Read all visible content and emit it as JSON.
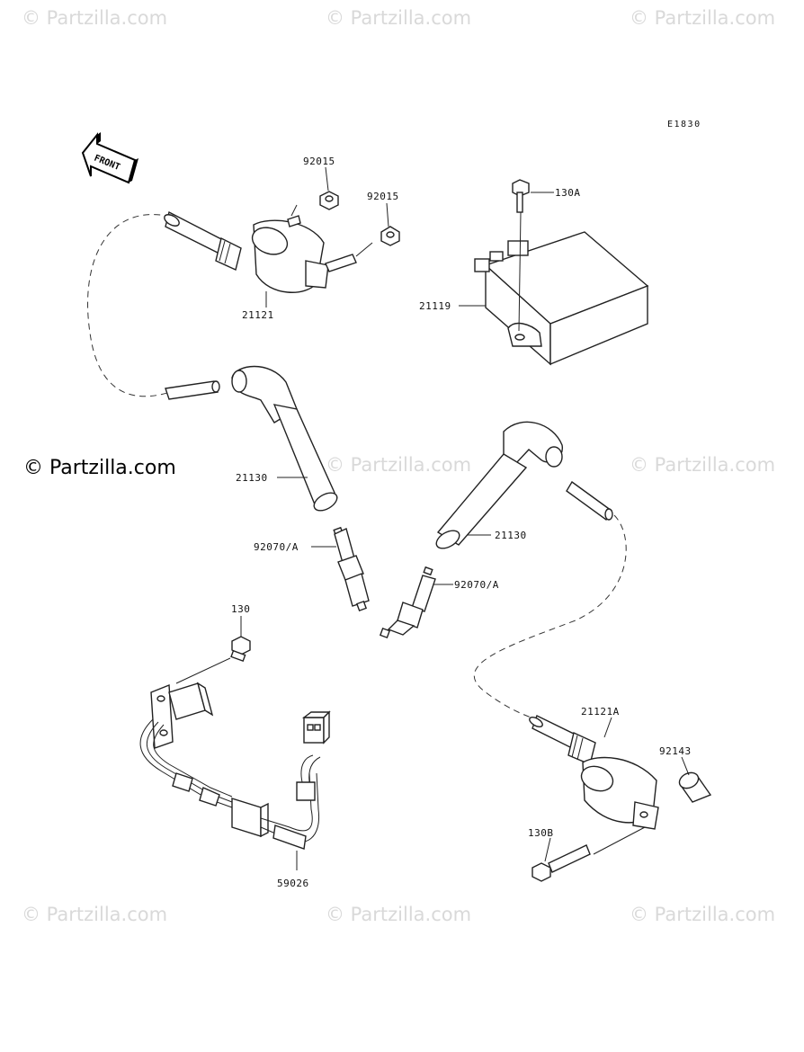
{
  "diagram": {
    "code": "E1830",
    "front_label": "FRONT",
    "watermark": "© Partzilla.com",
    "watermark_main": "© Partzilla.com",
    "labels": {
      "p92015_a": "92015",
      "p92015_b": "92015",
      "p130A": "130A",
      "p21121": "21121",
      "p21119": "21119",
      "p21130_left": "21130",
      "p21130_right": "21130",
      "p92070A_left": "92070/A",
      "p92070A_right": "92070/A",
      "p130": "130",
      "p21121A": "21121A",
      "p92143": "92143",
      "p130B": "130B",
      "p59026": "59026"
    }
  }
}
